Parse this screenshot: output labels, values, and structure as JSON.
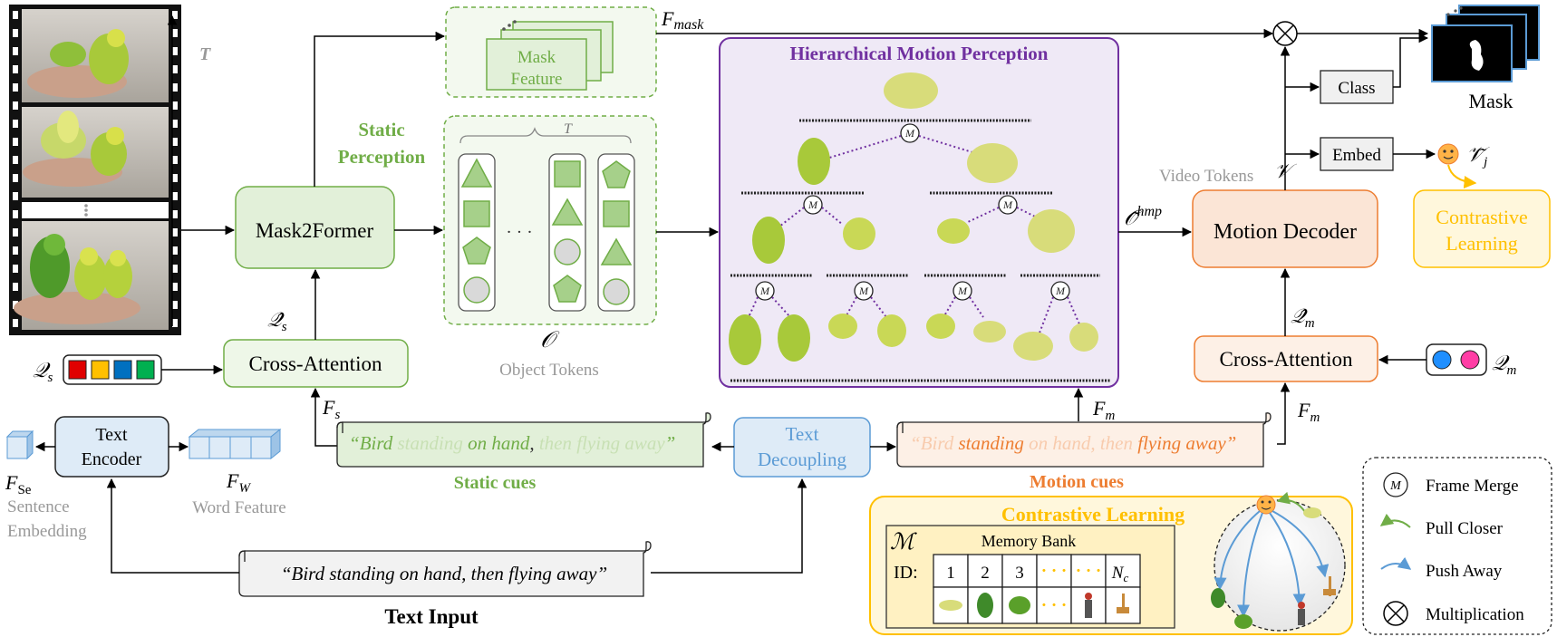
{
  "colors": {
    "green_fill": "#e2f0d9",
    "green_stroke": "#70ad47",
    "green_text": "#70ad47",
    "purple_fill": "#efe9f6",
    "purple_stroke": "#7030a0",
    "purple_text": "#7030a0",
    "orange_fill": "#fbe5d6",
    "orange_stroke": "#ed7d31",
    "orange_text": "#ed7d31",
    "yellow_fill": "#fff7dc",
    "yellow_stroke": "#ffc000",
    "yellow_text": "#ffc000",
    "blue_fill": "#deebf7",
    "blue_stroke": "#5b9bd5",
    "gray_text": "#999999"
  },
  "labels": {
    "time_axis": "T",
    "mask2former": "Mask2Former",
    "static_perception_1": "Static",
    "static_perception_2": "Perception",
    "mask_feature_1": "Mask",
    "mask_feature_2": "Feature",
    "f_mask": "F",
    "f_mask_sub": "mask",
    "object_tokens_symbol": "𝒪",
    "object_tokens": "Object Tokens",
    "object_T": "T",
    "ellipsis": "· · ·",
    "hmp_title": "Hierarchical Motion Perception",
    "frame_merge_symbol": "M",
    "o_hmp": "𝒪̃",
    "o_hmp_sup": "hmp",
    "cross_attention_left": "Cross-Attention",
    "q_s_hat": "𝒬̂",
    "q_s_hat_sub": "s",
    "q_s": "𝒬",
    "q_s_sub": "s",
    "f_s": "F",
    "f_s_sub": "s",
    "text_encoder_1": "Text",
    "text_encoder_2": "Encoder",
    "f_se": "F",
    "f_se_sub": "Se",
    "sentence_embedding_1": "Sentence",
    "sentence_embedding_2": "Embedding",
    "f_w": "F",
    "f_w_sub": "W",
    "word_feature": "Word Feature",
    "static_quote_open": "“",
    "static_bird": "Bird",
    "static_standing": " standing ",
    "static_on_hand": "on hand",
    "static_comma": ",",
    "static_then": " then flying away",
    "static_quote_close": "”",
    "static_cues": "Static cues",
    "text_decoupling_1": "Text",
    "text_decoupling_2": "Decoupling",
    "motion_quote_open": "“",
    "motion_bird": "Bird ",
    "motion_standing": "standing",
    "motion_on_hand": " on hand, then ",
    "motion_flying": "flying away",
    "motion_quote_close": "”",
    "motion_cues": "Motion cues",
    "f_m_top": "F",
    "f_m_top_sub": "m",
    "f_m_right": "F",
    "f_m_right_sub": "m",
    "text_input_quote": "“Bird standing on hand, then flying away”",
    "text_input": "Text Input",
    "video_tokens": "Video Tokens",
    "v_symbol": "𝒱",
    "motion_decoder": "Motion Decoder",
    "cross_attention_right": "Cross-Attention",
    "q_m_hat": "𝒬̂",
    "q_m_hat_sub": "m",
    "q_m": "𝒬",
    "q_m_sub": "m",
    "class": "Class",
    "embed": "Embed",
    "v_j": "𝒱̃",
    "v_j_sub": "j",
    "contrastive_learning_1": "Contrastive",
    "contrastive_learning_2": "Learning",
    "mask": "Mask",
    "cl_title": "Contrastive Learning",
    "memory_symbol": "ℳ",
    "memory_bank": "Memory Bank",
    "id_label": "ID:",
    "id_cells": [
      "1",
      "2",
      "3",
      "· · ·",
      "· · ·",
      "N"
    ],
    "id_nc_sub": "c",
    "legend_frame_merge": "Frame Merge",
    "legend_pull_closer": "Pull Closer",
    "legend_push_away": "Push Away",
    "legend_multiplication": "Multiplication"
  }
}
